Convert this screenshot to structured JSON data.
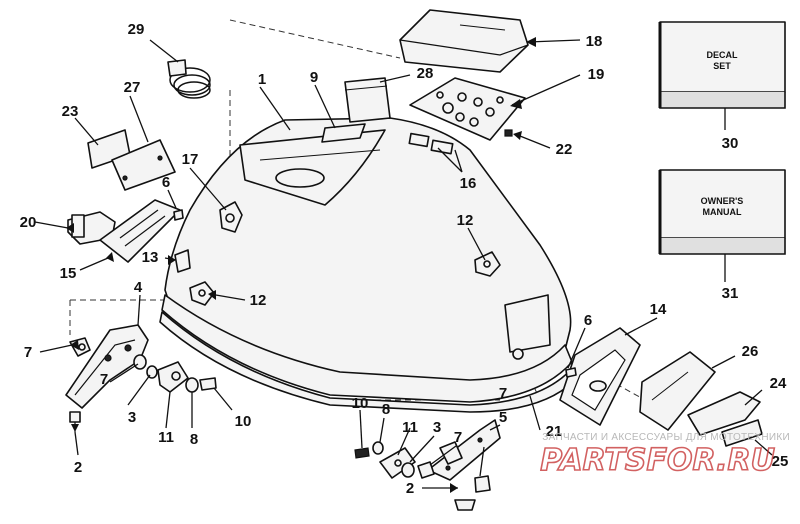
{
  "callouts": [
    {
      "id": "c1",
      "label": "1"
    },
    {
      "id": "c2a",
      "label": "2"
    },
    {
      "id": "c2b",
      "label": "2"
    },
    {
      "id": "c3a",
      "label": "3"
    },
    {
      "id": "c3b",
      "label": "3"
    },
    {
      "id": "c4",
      "label": "4"
    },
    {
      "id": "c5",
      "label": "5"
    },
    {
      "id": "c6a",
      "label": "6"
    },
    {
      "id": "c6b",
      "label": "6"
    },
    {
      "id": "c7a",
      "label": "7"
    },
    {
      "id": "c7b",
      "label": "7"
    },
    {
      "id": "c7c",
      "label": "7"
    },
    {
      "id": "c7d",
      "label": "7"
    },
    {
      "id": "c8a",
      "label": "8"
    },
    {
      "id": "c8b",
      "label": "8"
    },
    {
      "id": "c9",
      "label": "9"
    },
    {
      "id": "c10a",
      "label": "10"
    },
    {
      "id": "c10b",
      "label": "10"
    },
    {
      "id": "c11a",
      "label": "11"
    },
    {
      "id": "c11b",
      "label": "11"
    },
    {
      "id": "c12a",
      "label": "12"
    },
    {
      "id": "c12b",
      "label": "12"
    },
    {
      "id": "c13",
      "label": "13"
    },
    {
      "id": "c14",
      "label": "14"
    },
    {
      "id": "c15",
      "label": "15"
    },
    {
      "id": "c16",
      "label": "16"
    },
    {
      "id": "c17",
      "label": "17"
    },
    {
      "id": "c18",
      "label": "18"
    },
    {
      "id": "c19",
      "label": "19"
    },
    {
      "id": "c20",
      "label": "20"
    },
    {
      "id": "c21",
      "label": "21"
    },
    {
      "id": "c22",
      "label": "22"
    },
    {
      "id": "c23",
      "label": "23"
    },
    {
      "id": "c24",
      "label": "24"
    },
    {
      "id": "c25",
      "label": "25"
    },
    {
      "id": "c26",
      "label": "26"
    },
    {
      "id": "c27",
      "label": "27"
    },
    {
      "id": "c28",
      "label": "28"
    },
    {
      "id": "c29",
      "label": "29"
    },
    {
      "id": "c30",
      "label": "30"
    },
    {
      "id": "c31",
      "label": "31"
    }
  ],
  "boxes": {
    "decal_set": {
      "line1": "DECAL",
      "line2": "SET"
    },
    "owners_manual": {
      "line1": "OWNER'S",
      "line2": "MANUAL"
    }
  },
  "watermark": {
    "tagline": "ЗАПЧАСТИ И АКСЕССУАРЫ ДЛЯ МОТОТЕХНИКИ",
    "logo": "PARTSFOR.RU"
  }
}
